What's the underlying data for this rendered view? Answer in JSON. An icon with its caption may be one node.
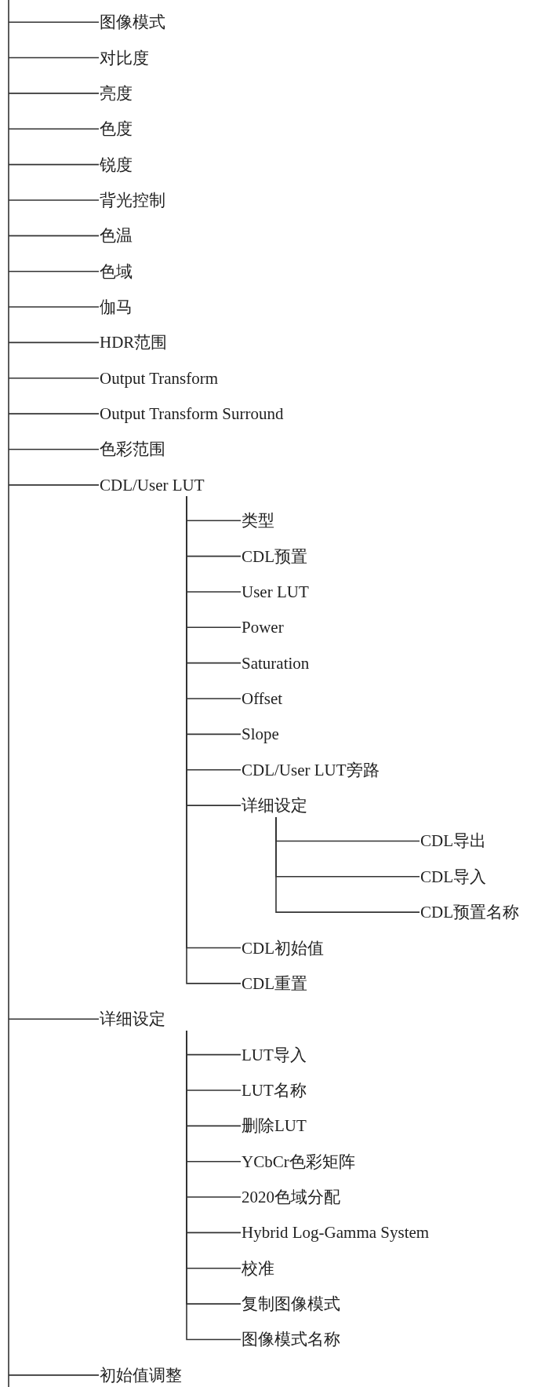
{
  "diagram": {
    "nodes": [
      {
        "text": [
          "图像模式"
        ]
      },
      {
        "text": [
          "对比度"
        ]
      },
      {
        "text": [
          "亮度"
        ]
      },
      {
        "text": [
          "色度"
        ]
      },
      {
        "text": [
          "锐度"
        ]
      },
      {
        "text": [
          "背光控制"
        ]
      },
      {
        "text": [
          "色温"
        ]
      },
      {
        "text": [
          "色域"
        ]
      },
      {
        "text": [
          "伽马"
        ]
      },
      {
        "text": [
          "HDR范围"
        ]
      },
      {
        "text": [
          "Output Transform"
        ]
      },
      {
        "text": [
          "Output Transform Surround"
        ]
      },
      {
        "text": [
          "色彩范围"
        ]
      },
      {
        "text": [
          "CDL/User LUT"
        ]
      },
      {
        "text": [
          "类型"
        ]
      },
      {
        "text": [
          "CDL预置"
        ]
      },
      {
        "text": [
          "User LUT"
        ]
      },
      {
        "text": [
          "Power"
        ]
      },
      {
        "text": [
          "Saturation"
        ]
      },
      {
        "text": [
          "Offset"
        ]
      },
      {
        "text": [
          "Slope"
        ]
      },
      {
        "text": [
          "CDL/User LUT旁路"
        ]
      },
      {
        "text": [
          "详细设定"
        ]
      },
      {
        "text": [
          "CDL导出"
        ]
      },
      {
        "text": [
          "CDL导入"
        ]
      },
      {
        "text": [
          "CDL预置名称"
        ]
      },
      {
        "text": [
          "CDL初始值"
        ]
      },
      {
        "text": [
          "CDL重置"
        ]
      },
      {
        "text": [
          "详细设定"
        ]
      },
      {
        "text": [
          "LUT导入"
        ]
      },
      {
        "text": [
          "LUT名称"
        ]
      },
      {
        "text": [
          "删除LUT"
        ]
      },
      {
        "text": [
          "YCbCr色彩矩阵"
        ]
      },
      {
        "text": [
          "2020色域分配"
        ]
      },
      {
        "text": [
          "Hybrid Log-Gamma System"
        ]
      },
      {
        "text": [
          "校准"
        ]
      },
      {
        "text": [
          "复制图像模式"
        ]
      },
      {
        "text": [
          "图像模式名称"
        ]
      },
      {
        "text": [
          "初始值调整"
        ]
      }
    ],
    "edges": [
      {
        "from": null,
        "to": 0,
        "arrow": "none"
      },
      {
        "from": null,
        "to": 1,
        "arrow": "none"
      },
      {
        "from": null,
        "to": 2,
        "arrow": "none"
      },
      {
        "from": null,
        "to": 3,
        "arrow": "none"
      },
      {
        "from": null,
        "to": 4,
        "arrow": "none"
      },
      {
        "from": null,
        "to": 5,
        "arrow": "none"
      },
      {
        "from": null,
        "to": 6,
        "arrow": "none"
      },
      {
        "from": null,
        "to": 7,
        "arrow": "none"
      },
      {
        "from": null,
        "to": 8,
        "arrow": "none"
      },
      {
        "from": null,
        "to": 9,
        "arrow": "none"
      },
      {
        "from": null,
        "to": 10,
        "arrow": "none"
      },
      {
        "from": null,
        "to": 11,
        "arrow": "none"
      },
      {
        "from": null,
        "to": 12,
        "arrow": "none"
      },
      {
        "from": null,
        "to": 13,
        "arrow": "none"
      },
      {
        "from": 13,
        "to": 14,
        "arrow": "none"
      },
      {
        "from": 13,
        "to": 15,
        "arrow": "none"
      },
      {
        "from": 13,
        "to": 16,
        "arrow": "none"
      },
      {
        "from": 13,
        "to": 17,
        "arrow": "none"
      },
      {
        "from": 13,
        "to": 18,
        "arrow": "none"
      },
      {
        "from": 13,
        "to": 19,
        "arrow": "none"
      },
      {
        "from": 13,
        "to": 20,
        "arrow": "none"
      },
      {
        "from": 13,
        "to": 21,
        "arrow": "none"
      },
      {
        "from": 13,
        "to": 22,
        "arrow": "none"
      },
      {
        "from": 22,
        "to": 23,
        "arrow": "none"
      },
      {
        "from": 22,
        "to": 24,
        "arrow": "none"
      },
      {
        "from": 22,
        "to": 25,
        "arrow": "none"
      },
      {
        "from": 13,
        "to": 26,
        "arrow": "none"
      },
      {
        "from": 13,
        "to": 27,
        "arrow": "none"
      },
      {
        "from": null,
        "to": 28,
        "arrow": "none"
      },
      {
        "from": 28,
        "to": 29,
        "arrow": "none"
      },
      {
        "from": 28,
        "to": 30,
        "arrow": "none"
      },
      {
        "from": 28,
        "to": 31,
        "arrow": "none"
      },
      {
        "from": 28,
        "to": 32,
        "arrow": "none"
      },
      {
        "from": 28,
        "to": 33,
        "arrow": "none"
      },
      {
        "from": 28,
        "to": 34,
        "arrow": "none"
      },
      {
        "from": 28,
        "to": 35,
        "arrow": "none"
      },
      {
        "from": 28,
        "to": 36,
        "arrow": "none"
      },
      {
        "from": 28,
        "to": 37,
        "arrow": "none"
      },
      {
        "from": null,
        "to": 38,
        "arrow": "none"
      }
    ]
  }
}
